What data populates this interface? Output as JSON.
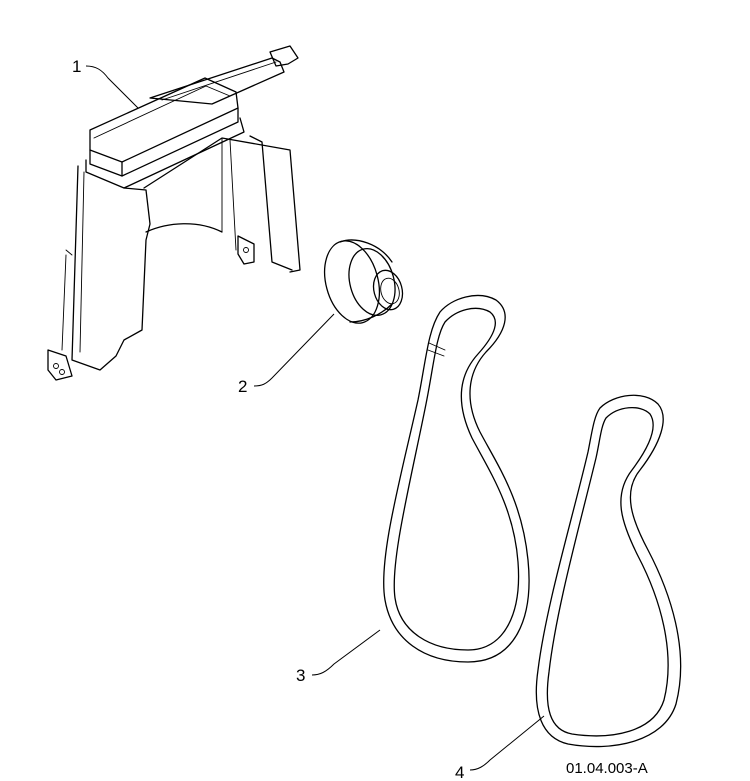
{
  "callouts": {
    "c1": "1",
    "c2": "2",
    "c3": "3",
    "c4": "4"
  },
  "reference_code": "01.04.003-A"
}
